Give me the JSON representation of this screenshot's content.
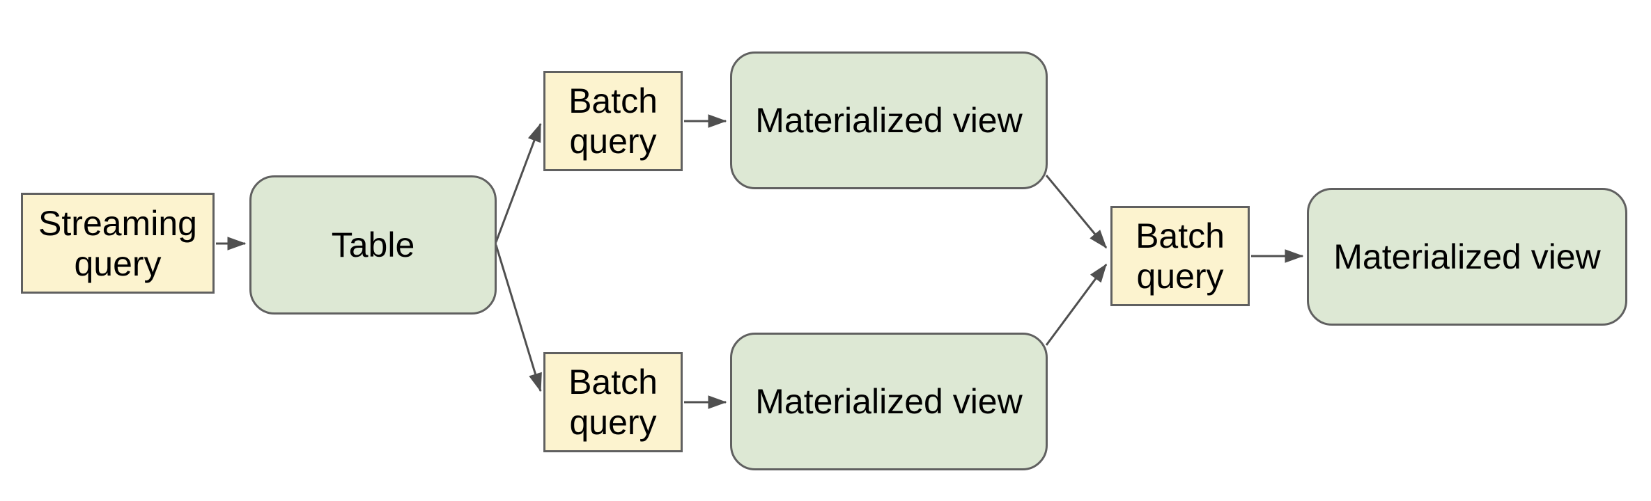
{
  "colors": {
    "query_fill": "#fcf3cf",
    "entity_fill": "#dde8d4",
    "border": "#606060",
    "arrow": "#4f4f4f",
    "text": "#000000",
    "background": "#ffffff"
  },
  "nodes": {
    "streaming_query": {
      "label": "Streaming query"
    },
    "table": {
      "label": "Table"
    },
    "batch_query_top": {
      "label": "Batch query"
    },
    "materialized_view_top": {
      "label": "Materialized view"
    },
    "batch_query_bottom": {
      "label": "Batch query"
    },
    "materialized_view_bottom": {
      "label": "Materialized view"
    },
    "batch_query_merge": {
      "label": "Batch query"
    },
    "materialized_view_final": {
      "label": "Materialized view"
    }
  }
}
